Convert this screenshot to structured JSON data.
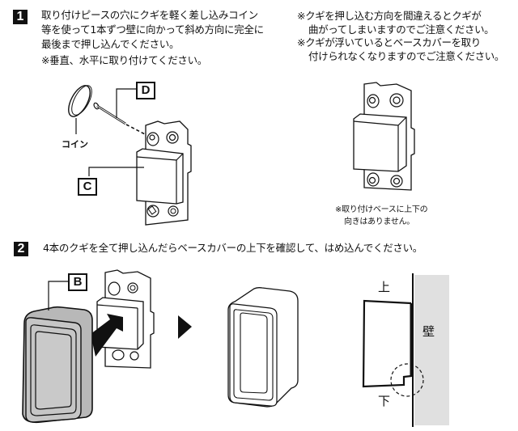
{
  "step1": {
    "number": "1",
    "lines": [
      "取り付けピースの穴にクギを軽く差し込みコイン",
      "等を使って1本ずつ壁に向かって斜め方向に完全に",
      "最後まで押し込んでください。"
    ],
    "sub_note": "※垂直、水平に取り付けてください。",
    "warnings": [
      {
        "line1": "※クギを押し込む方向を間違えるとクギが",
        "line2": "曲がってしまいますのでご注意ください。"
      },
      {
        "line1": "※クギが浮いているとベースカバーを取り",
        "line2": "付けられなくなりますのでご注意ください。"
      }
    ],
    "diagram_labels": {
      "coin": "コイン",
      "part_d": "D",
      "part_c": "C"
    },
    "base_note": {
      "line1": "※取り付けベースに上下の",
      "line2": "向きはありません。"
    }
  },
  "step2": {
    "number": "2",
    "text": "4本のクギを全て押し込んだらベースカバーの上下を確認して、はめ込んでください。",
    "diagram_labels": {
      "part_b": "B",
      "top": "上",
      "bottom": "下",
      "wall": "壁"
    }
  },
  "colors": {
    "ink": "#111111",
    "cover_gray": "#bdbdbd",
    "wall_gray": "#e0e0e0"
  }
}
